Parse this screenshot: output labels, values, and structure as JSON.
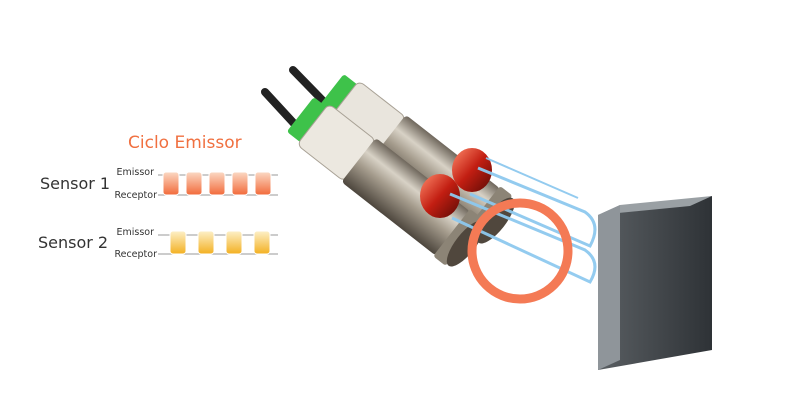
{
  "title": "Ciclo Emissor",
  "sensors": [
    {
      "label": "Sensor 1",
      "emitter_label": "Emissor",
      "receiver_label": "Receptor",
      "pulses": 5,
      "pulse_color_top": "#fbd9c4",
      "pulse_color_bottom": "#f26a3a"
    },
    {
      "label": "Sensor 2",
      "emitter_label": "Emissor",
      "receiver_label": "Receptor",
      "pulses": 4,
      "pulse_color_top": "#fdf0c8",
      "pulse_color_bottom": "#f3b021"
    }
  ],
  "colors": {
    "accent": "#f07040",
    "beam": "#8ec9ef",
    "ring": "#f47a55",
    "target": "#3b4045"
  }
}
